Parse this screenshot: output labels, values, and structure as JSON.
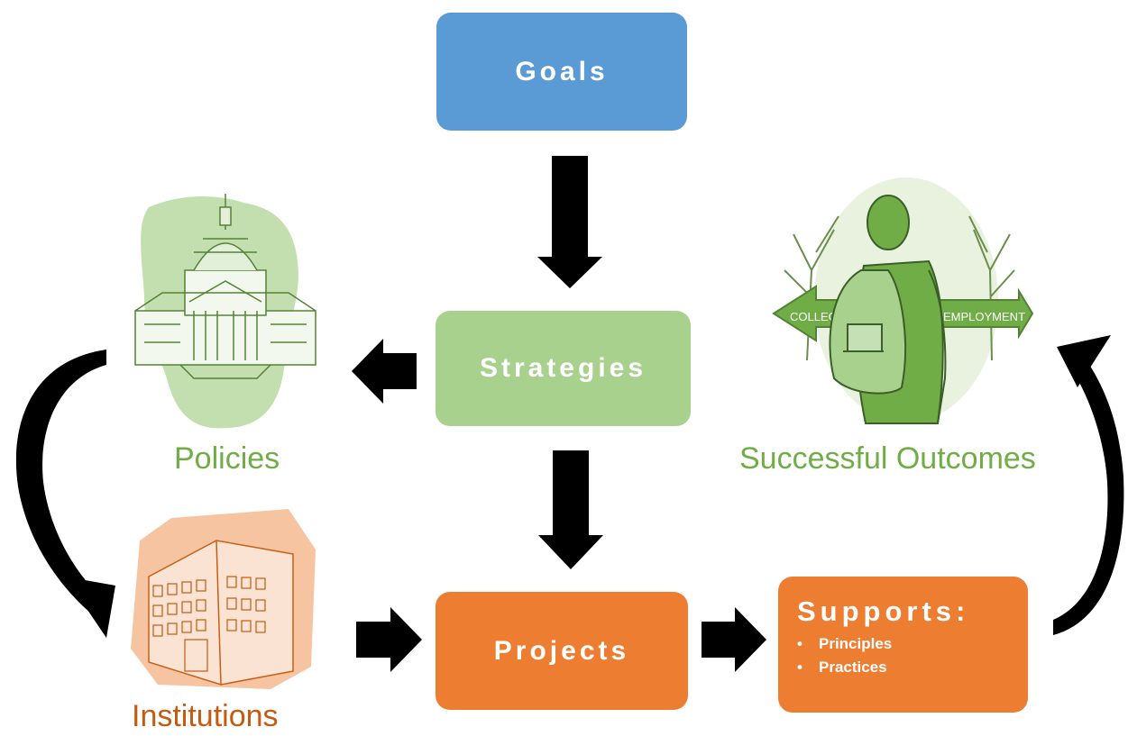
{
  "boxes": {
    "goals": "Goals",
    "strategies": "Strategies",
    "projects": "Projects",
    "supports_title": "Supports:",
    "supports_items": [
      "Principles",
      "Practices"
    ]
  },
  "labels": {
    "policies": "Policies",
    "outcomes": "Successful Outcomes",
    "institutions": "Institutions"
  },
  "illustrations": {
    "capitol_signs": [],
    "signpost": [
      "COLLEGE",
      "EMPLOYMENT"
    ]
  },
  "colors": {
    "goals": "#5b9bd5",
    "strategies": "#a9d18e",
    "orange": "#ed7d31",
    "green_text": "#70ad47",
    "brown_text": "#c55a11"
  }
}
